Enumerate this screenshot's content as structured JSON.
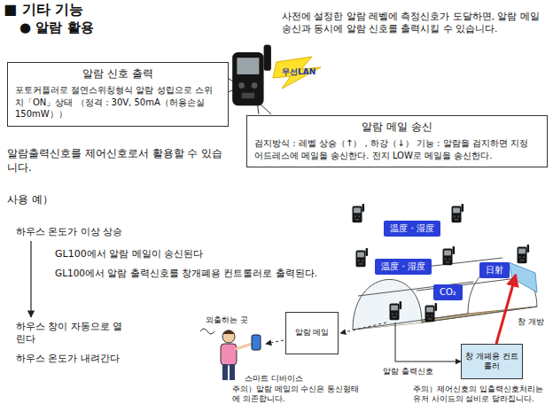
{
  "diagram": {
    "title": "■ 기타 기능",
    "nodes": [
      {
        "text": [
          "알람 신호 출력",
          "포토커플러로 절연스위칭형식 알람 성립으로 스위치「ON」상태 （정격：30V, 50mA（허용손실 150mW））"
        ]
      },
      {
        "text": [
          "알람 메일 송신",
          "검지방식 : 레벨 상승（↑），하강（↓） 기능 : 알람을 검지하면 지정 어드레스에 메일을 송신한다. 전지 LOW로 메일을 송신한다."
        ]
      },
      {
        "text": [
          "温度・湿度"
        ]
      },
      {
        "text": [
          "温度・湿度"
        ]
      },
      {
        "text": [
          "日射"
        ]
      },
      {
        "text": [
          "CO₂"
        ]
      },
      {
        "text": [
          "알람 메일"
        ]
      },
      {
        "text": [
          "창 개폐용 컨트롤러"
        ]
      }
    ],
    "labels": [
      "● 알람 활용",
      "사전에 설정한 알람 레벨에 측정신호가 도달하면, 알람 메일 송신과 동시에 알람 신호를 출력시킬 수 있습니다.",
      "무선LAN",
      "알람출력신호를 제어신호로서 활용할 수 있습니다.",
      "사용 예）",
      "하우스 온도가 이상 상승",
      "GL100에서 알람 메일이 송신된다",
      "GL100에서 알람 출력신호를 창개폐용 컨트롤러로 출력된다.",
      "하우스 창이 자동으로 열린다",
      "하우스 온도가 내려간다",
      "창 개방",
      "외출하는 곳",
      "스마트 디바이스",
      "알람 출력신호",
      "주의）알람 메일의 수신은 통신형태에 의존합니다.",
      "주의）제어신호의 입출력신호처리는 유저 사이드의 설비로 달라집니다."
    ]
  }
}
